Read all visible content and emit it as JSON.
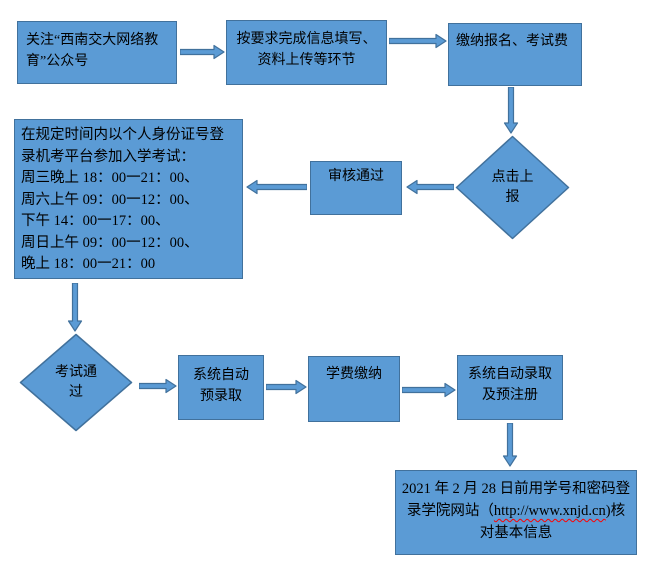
{
  "colors": {
    "shape_fill": "#5B9BD5",
    "shape_border": "#41719C",
    "text": "#000000",
    "background": "#FFFFFF",
    "spellcheck_wave": "#FF0000"
  },
  "nodes": {
    "follow_account": {
      "line1": "关注“西南交大网络教",
      "line2": "育”公众号"
    },
    "fill_info": {
      "line1": "按要求完成信息填写、",
      "line2": "资料上传等环节"
    },
    "pay_fees": {
      "text": "缴纳报名、考试费"
    },
    "click_submit": {
      "line1": "点击上",
      "line2": "报"
    },
    "review_pass": {
      "text": "审核通过"
    },
    "entrance_exam": {
      "line1": "在规定时间内以个人身份证号登",
      "line2": "录机考平台参加入学考试：",
      "line3": "周三晚上 18：00一21：00、",
      "line4": "周六上午 09：00一12：00、",
      "line5": "下午 14：00一17：00、",
      "line6": "周日上午 09：00一12：00、",
      "line7": "晚上 18：00一21：00"
    },
    "exam_pass": {
      "line1": "考试通",
      "line2": "过"
    },
    "auto_pre_admission": {
      "line1": "系统自动",
      "line2": "预录取"
    },
    "tuition_payment": {
      "text": "学费缴纳"
    },
    "auto_admission": {
      "line1": "系统自动录取",
      "line2": "及预注册"
    },
    "verify_info": {
      "line1": "2021 年 2 月 28 日前用学号和密码登",
      "line2_prefix": "录学院网站（",
      "line2_url": "http://www.xnjd.cn",
      "line2_suffix": ")核",
      "line3": "对基本信息"
    }
  }
}
